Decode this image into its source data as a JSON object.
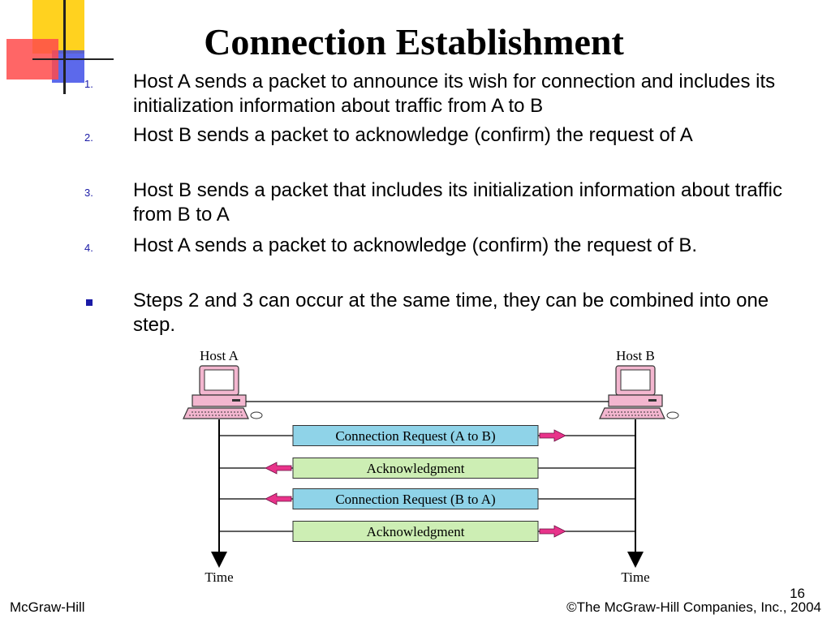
{
  "slide": {
    "title": "Connection Establishment",
    "steps": [
      {
        "marker": "1.",
        "text": "Host A sends a packet to announce its wish for connection and includes its initialization information about traffic from A to B"
      },
      {
        "marker": "2.",
        "text": "Host B sends a packet to acknowledge (confirm) the request of A"
      },
      {
        "marker": "3.",
        "text": "Host B sends a packet that includes its initialization information about traffic from B to A"
      },
      {
        "marker": "4.",
        "text": "Host A sends a packet to acknowledge (confirm) the request of B."
      }
    ],
    "note": "Steps 2 and 3 can occur at the same time, they can be combined into one step."
  },
  "diagram": {
    "host_a": "Host A",
    "host_b": "Host B",
    "time_a": "Time",
    "time_b": "Time",
    "messages": [
      {
        "label": "Connection Request (A to B)",
        "direction": "A-to-B",
        "color": "#8fd3e8"
      },
      {
        "label": "Acknowledgment",
        "direction": "B-to-A",
        "color": "#cdeeb4"
      },
      {
        "label": "Connection Request (B to A)",
        "direction": "B-to-A",
        "color": "#8fd3e8"
      },
      {
        "label": "Acknowledgment",
        "direction": "A-to-B",
        "color": "#cdeeb4"
      }
    ],
    "arrow_color": "#e8338a",
    "computer_color": "#f3b6cf"
  },
  "footer": {
    "publisher": "McGraw-Hill",
    "page_number": "16",
    "copyright": "©The McGraw-Hill Companies, Inc., 2004"
  },
  "colors": {
    "marker_blue": "#1a1aa6",
    "deco_yellow": "#ffd21f",
    "deco_red": "#ff4b4b",
    "deco_blue": "#2d3be0"
  }
}
